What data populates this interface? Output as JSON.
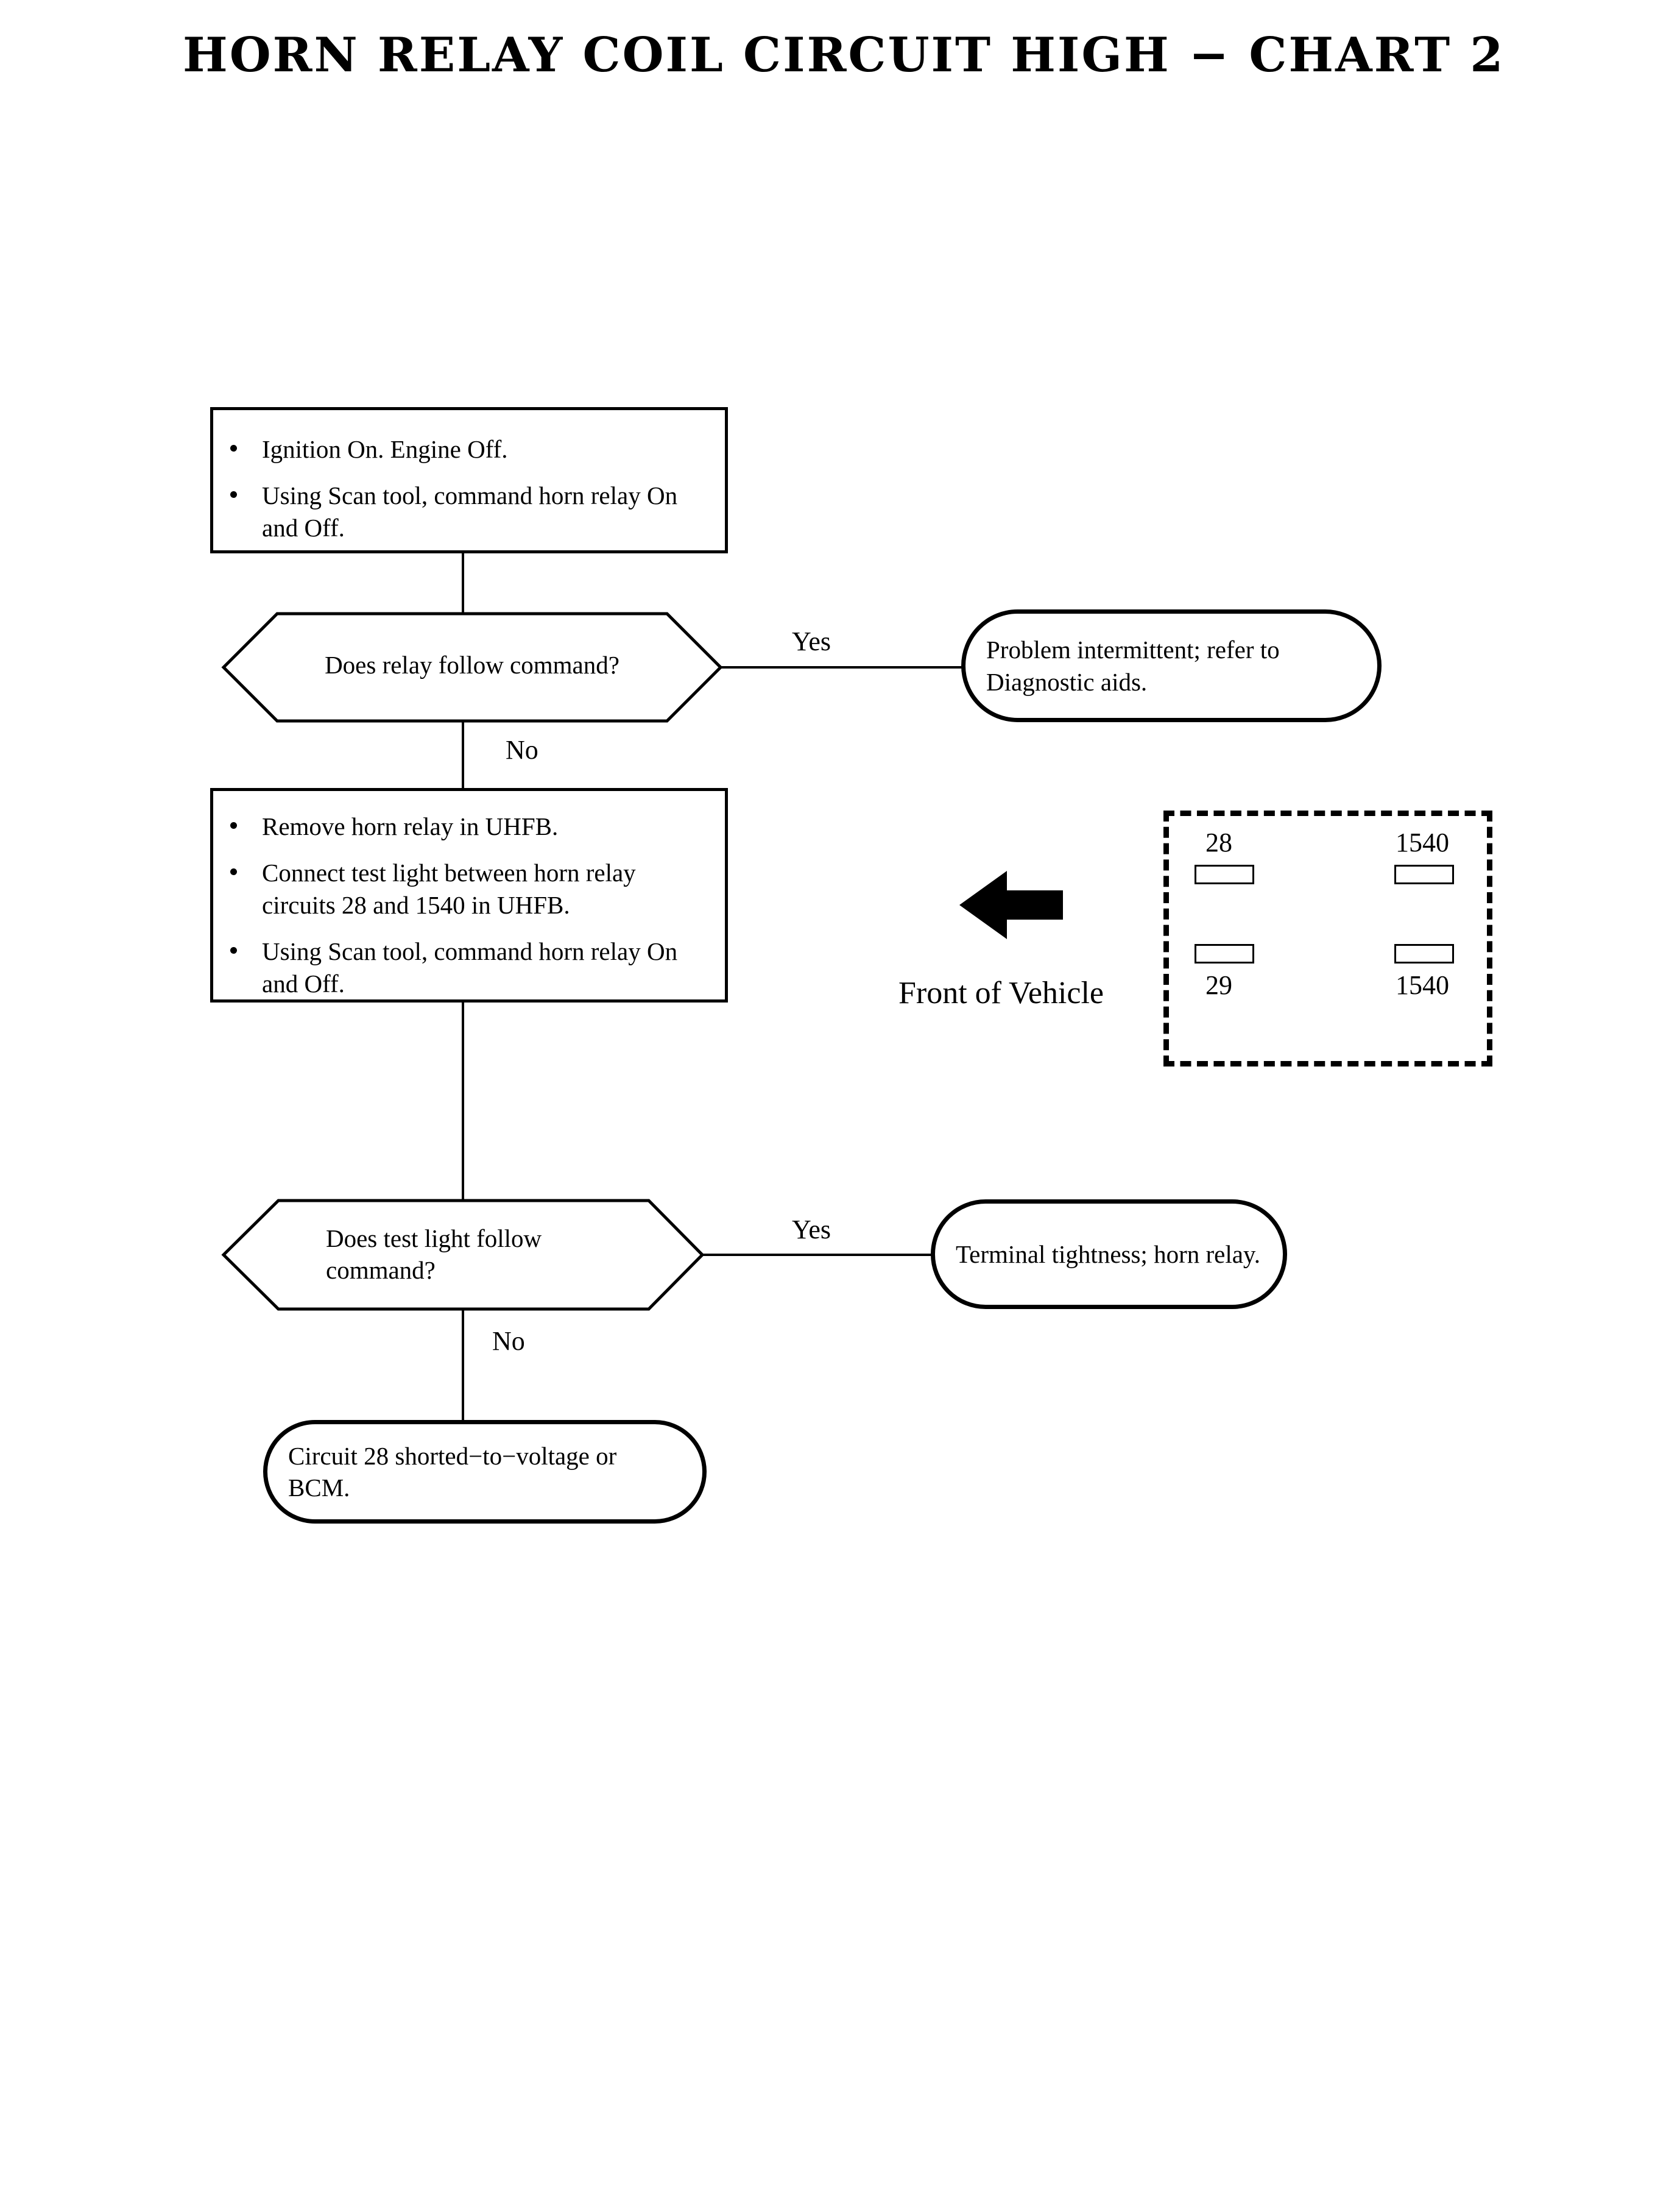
{
  "title": "HORN RELAY COIL CIRCUIT HIGH − CHART 2",
  "nodes": {
    "step1": {
      "bullets": [
        "Ignition On. Engine Off.",
        "Using Scan tool, command horn relay On and Off."
      ]
    },
    "decision1": {
      "question": "Does relay follow command?",
      "yes_label": "Yes",
      "no_label": "No"
    },
    "result_intermittent": {
      "text": "Problem intermittent; refer to Diagnostic aids."
    },
    "step2": {
      "bullets": [
        "Remove horn relay in UHFB.",
        "Connect test light between horn relay circuits 28 and 1540 in UHFB.",
        "Using Scan tool, command horn relay On and Off."
      ]
    },
    "decision2": {
      "question": "Does test light follow command?",
      "yes_label": "Yes",
      "no_label": "No"
    },
    "result_terminal": {
      "text": "Terminal tightness; horn relay."
    },
    "result_short": {
      "text": "Circuit 28 shorted−to−voltage or BCM."
    }
  },
  "relay_panel": {
    "caption": "Front of Vehicle",
    "terminals": [
      {
        "label": "28",
        "position": "top-left"
      },
      {
        "label": "1540",
        "position": "top-right"
      },
      {
        "label": "29",
        "position": "bottom-left"
      },
      {
        "label": "1540",
        "position": "bottom-right"
      }
    ]
  },
  "colors": {
    "ink": "#000000",
    "paper": "#ffffff"
  }
}
